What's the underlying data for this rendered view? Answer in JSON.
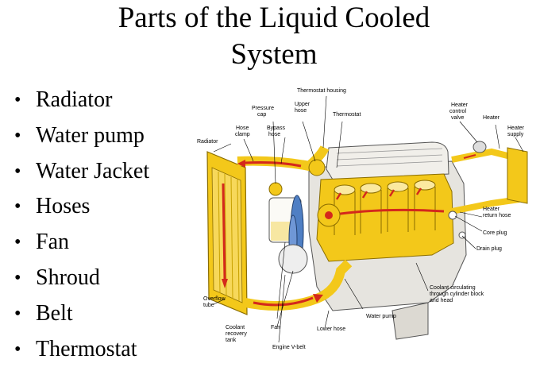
{
  "slide": {
    "title_line1": "Parts of the Liquid Cooled",
    "title_line2": "System",
    "bullets": [
      "Radiator",
      "Water pump",
      "Water Jacket",
      "Hoses",
      "Fan",
      "Shroud",
      "Belt",
      "Thermostat"
    ]
  },
  "diagram_labels": {
    "thermostat_housing": "Thermostat housing",
    "upper_hose_1": "Upper",
    "upper_hose_2": "hose",
    "pressure_cap_1": "Pressure",
    "pressure_cap_2": "cap",
    "thermostat": "Thermostat",
    "hose_clamp_1": "Hose",
    "hose_clamp_2": "clamp",
    "bypass_hose_1": "Bypass",
    "bypass_hose_2": "hose",
    "radiator": "Radiator",
    "heater_control_valve_1": "Heater",
    "heater_control_valve_2": "control",
    "heater_control_valve_3": "valve",
    "heater": "Heater",
    "heater_supply_1": "Heater",
    "heater_supply_2": "supply",
    "heater_return_hose_1": "Heater",
    "heater_return_hose_2": "return hose",
    "core_plug": "Core plug",
    "drain_plug": "Drain plug",
    "coolant_circ_1": "Coolant circulating",
    "coolant_circ_2": "through cylinder block",
    "coolant_circ_3": "and head",
    "overflow_tube_1": "Overflow",
    "overflow_tube_2": "tube",
    "water_pump": "Water pump",
    "coolant_recovery_1": "Coolant",
    "coolant_recovery_2": "recovery",
    "coolant_recovery_3": "tank",
    "fan": "Fan",
    "lower_hose": "Lower hose",
    "engine_vbelt": "Engine V-belt"
  },
  "colors": {
    "coolant_yellow": "#f3c81a",
    "flow_red": "#d4281c",
    "engine_gray": "#e6e4df",
    "fan_blue": "#4f7fc4"
  }
}
